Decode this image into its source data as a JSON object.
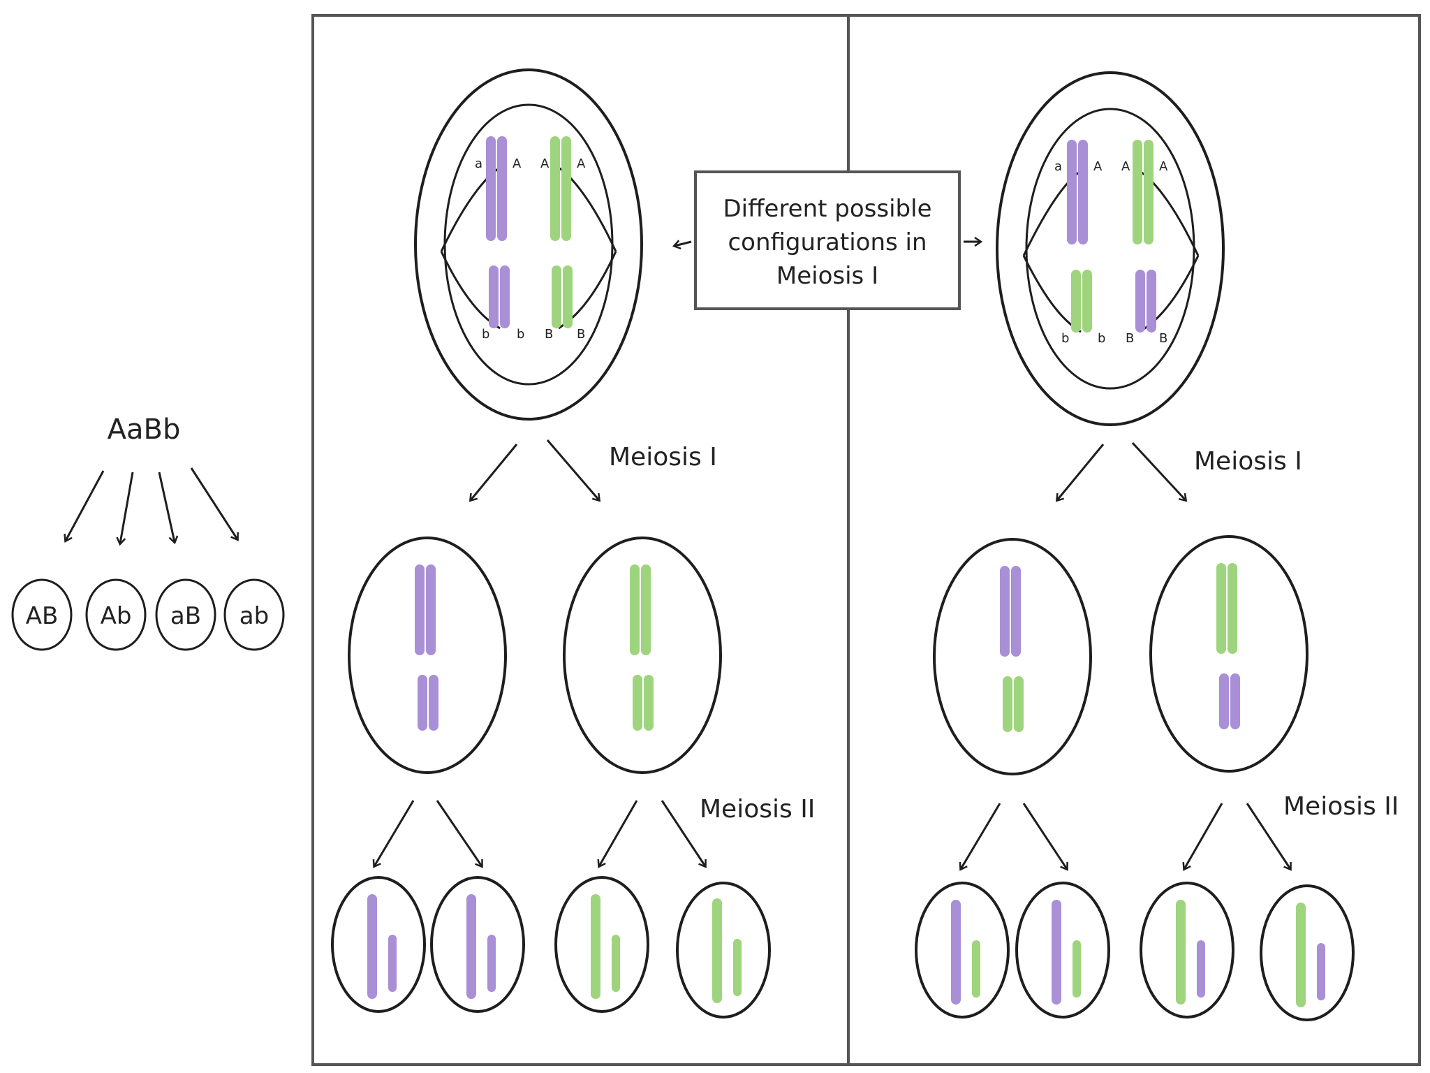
{
  "colors": {
    "purple": "#a98fd6",
    "green": "#9fd47e",
    "ink": "#1e1e1e",
    "background": "#ffffff"
  },
  "genotype": {
    "parent": "AaBb",
    "gametes": [
      "AB",
      "Ab",
      "aB",
      "ab"
    ]
  },
  "callout": {
    "line1": "Different possible",
    "line2": "configurations in",
    "line3": "Meiosis I"
  },
  "labels": {
    "meiosis_1_left": "Meiosis I",
    "meiosis_1_right": "Meiosis I",
    "meiosis_2_left": "Meiosis II",
    "meiosis_2_right": "Meiosis II"
  },
  "allele_letters": {
    "A": "A",
    "a": "a",
    "B": "B",
    "b": "b"
  },
  "panels": {
    "left": {
      "metaphase": {
        "top_pair": [
          "purple",
          "green"
        ],
        "bottom_pair": [
          "purple",
          "green"
        ]
      },
      "meiosis1_products": [
        {
          "long": "purple",
          "short": "purple"
        },
        {
          "long": "green",
          "short": "green"
        }
      ],
      "gametes": [
        {
          "long": "purple",
          "short": "purple"
        },
        {
          "long": "purple",
          "short": "purple"
        },
        {
          "long": "green",
          "short": "green"
        },
        {
          "long": "green",
          "short": "green"
        }
      ]
    },
    "right": {
      "metaphase": {
        "top_pair": [
          "purple",
          "green"
        ],
        "bottom_pair": [
          "green",
          "purple"
        ]
      },
      "meiosis1_products": [
        {
          "long": "purple",
          "short": "green"
        },
        {
          "long": "green",
          "short": "purple"
        }
      ],
      "gametes": [
        {
          "long": "purple",
          "short": "green"
        },
        {
          "long": "purple",
          "short": "green"
        },
        {
          "long": "green",
          "short": "purple"
        },
        {
          "long": "green",
          "short": "purple"
        }
      ]
    }
  }
}
